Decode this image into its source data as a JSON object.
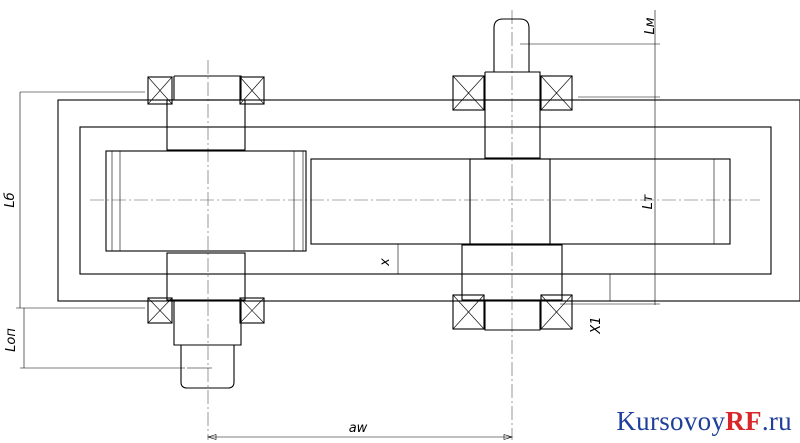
{
  "labels": {
    "lm": "Lм",
    "lt": "Lт",
    "lb": "Lб",
    "lop": "Lоп",
    "x": "x",
    "x1": "X1",
    "aw": "aw"
  },
  "watermark": {
    "part1": "Kursovoy",
    "part2": "RF",
    "part3": ".ru"
  },
  "colors": {
    "line": "#000000",
    "watermark_blue": "#1f3f9a",
    "watermark_red": "#d8262a"
  }
}
